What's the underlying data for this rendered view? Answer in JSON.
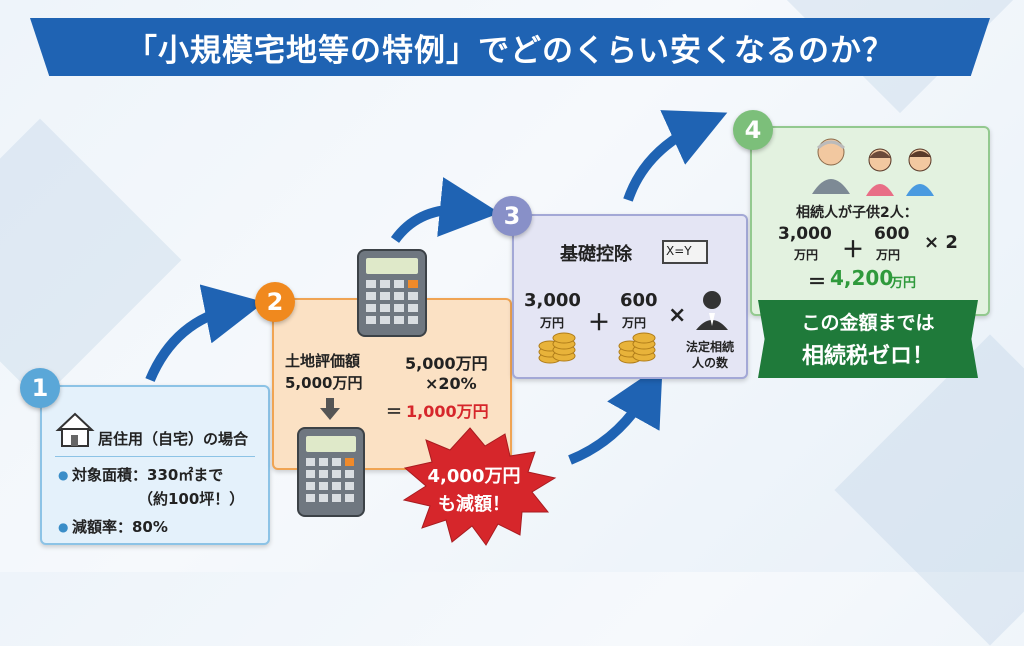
{
  "title": "「小規模宅地等の特例」でどのくらい安くなるのか？",
  "step1": {
    "number": "1",
    "heading": "居住用（自宅）の場合",
    "bullet1_line1": "対象面積：330㎡まで",
    "bullet1_line2": "（約100坪！）",
    "bullet2": "減額率：80%"
  },
  "step2": {
    "number": "2",
    "land_label_line1": "土地評価額",
    "land_label_line2": "5,000万円",
    "calc_line1": "5,000万円",
    "calc_line2": "×20%",
    "calc_line3_prefix": "＝",
    "calc_line3_value": "1,000万円",
    "burst_line1": "4,000万円",
    "burst_line2": "も減額！"
  },
  "step3": {
    "number": "3",
    "heading": "基礎控除",
    "board_text": "X=Y",
    "term1_value": "3,000",
    "term1_unit": "万円",
    "plus": "＋",
    "term2_value": "600",
    "term2_unit": "万円",
    "times": "×",
    "heirs_line1": "法定相続",
    "heirs_line2": "人の数"
  },
  "step4": {
    "number": "4",
    "heading": "相続人が子供2人：",
    "term1_value": "3,000",
    "term1_unit": "万円",
    "plus": "＋",
    "term2_value": "600",
    "term2_unit": "万円",
    "times_two": "× 2",
    "result_prefix": "＝",
    "result_value": "4,200",
    "result_unit": "万円",
    "ribbon_line1": "この金額までは",
    "ribbon_line2": "相続税ゼロ！"
  },
  "colors": {
    "title_bg": "#1f63b3",
    "step1": "#5aa7d8",
    "step2": "#f0891e",
    "step3": "#8890c8",
    "step4": "#7cbf7a",
    "highlight_red": "#d6262b",
    "result_green": "#2f9a3c",
    "arrow": "#1f63b3"
  }
}
